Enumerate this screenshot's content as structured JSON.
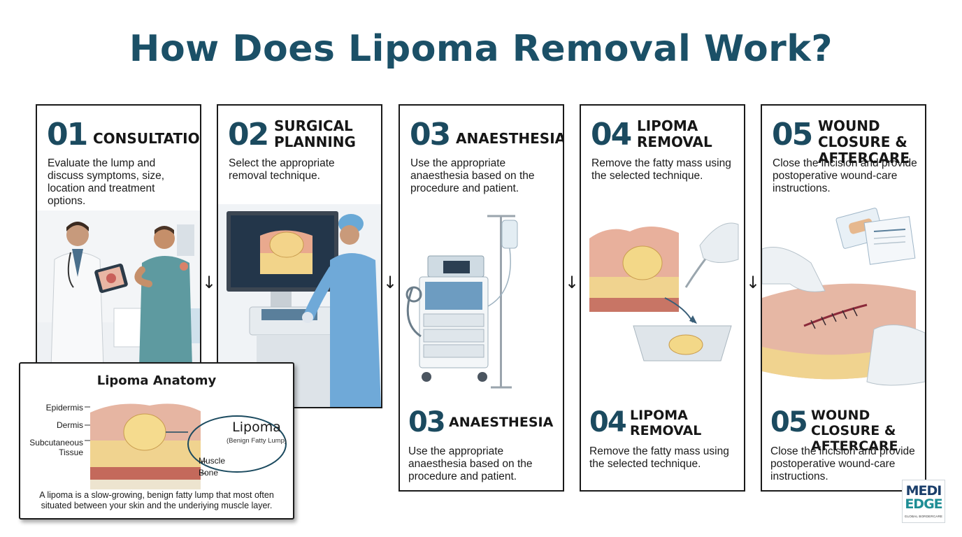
{
  "title": "How Does Lipoma Removal Work?",
  "steps": [
    {
      "number": "01",
      "heading": "CONSULTATION",
      "description": "Evaluate the lump and discuss symptoms, size, location and treatment options."
    },
    {
      "number": "02",
      "heading": "SURGICAL PLANNING",
      "description": "Select the appropriate removal technique."
    },
    {
      "number": "03",
      "heading": "ANAESTHESIA",
      "description": "Use the appropriate anaesthesia based on the procedure and patient."
    },
    {
      "number": "04",
      "heading": "LIPOMA REMOVAL",
      "description": "Remove the fatty mass using the selected technique."
    },
    {
      "number": "05",
      "heading": "WOUND CLOSURE & AFTERCARE",
      "description": "Close the incision and provide postoperative wound-care instructions."
    }
  ],
  "arrow": "↓",
  "anatomy": {
    "title": "Lipoma Anatomy",
    "labels": {
      "epidermis": "Epidermis",
      "dermis": "Dermis",
      "subcutaneous": "Subcutaneous",
      "tissue": "Tissue",
      "muscle": "Muscle",
      "bone": "Bone"
    },
    "lipoma": "Lipoma",
    "lipoma_sub": "(Benign Fatty Lump)",
    "caption": "A lipoma is a slow-growing, benign fatty lump that most often situated between your skin and the underiying muscle layer."
  },
  "logo": {
    "line1": "MEDI",
    "line2": "EDGE",
    "line3": "GLOBAL BORDERCARE"
  },
  "colors": {
    "title": "#1b5067",
    "step_number": "#1b4a5f",
    "lipoma": "#f1d98a",
    "skin": "#e6b7a4"
  }
}
